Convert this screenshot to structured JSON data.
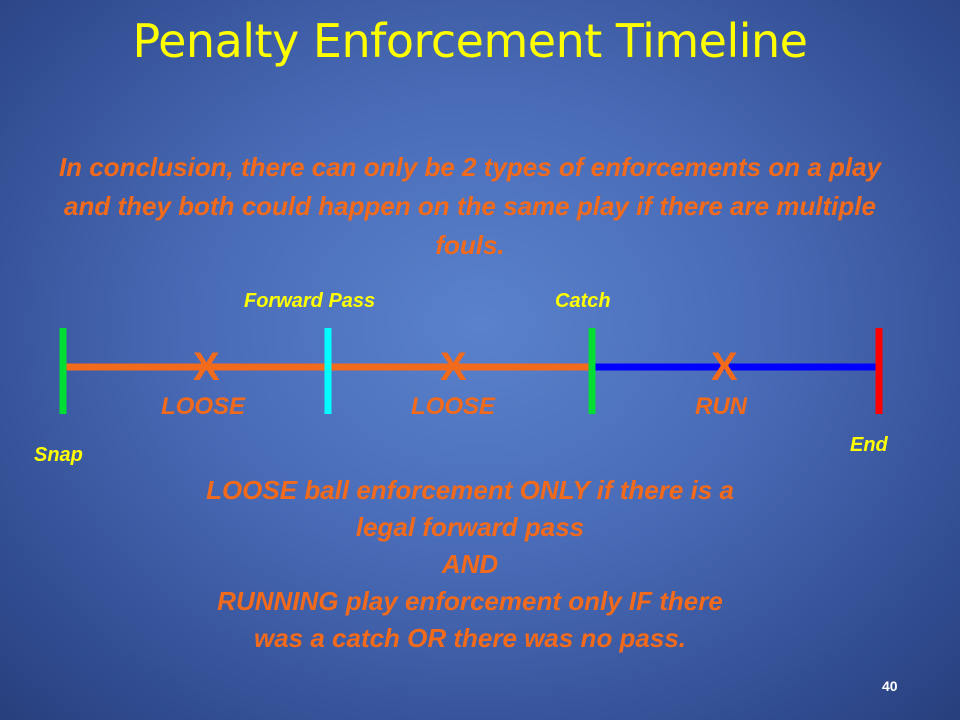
{
  "title": "Penalty Enforcement Timeline",
  "conclusion": "In conclusion, there can only be 2 types of enforcements on a play and they both could happen on the same play if there are multiple fouls.",
  "timeline": {
    "markers": {
      "snap": "Snap",
      "forward_pass": "Forward Pass",
      "catch": "Catch",
      "end": "End"
    },
    "segments": [
      {
        "mark": "X",
        "label": "LOOSE"
      },
      {
        "mark": "X",
        "label": "LOOSE"
      },
      {
        "mark": "X",
        "label": "RUN"
      }
    ],
    "colors": {
      "loose_line": "#f26a1b",
      "run_line": "#0000ff",
      "snap_tick": "#00dd33",
      "forward_pass_tick": "#00ffff",
      "catch_tick": "#00dd33",
      "end_tick": "#ff0000"
    }
  },
  "explanation": {
    "line1": "LOOSE ball enforcement ONLY if there is a",
    "line2": "legal forward pass",
    "line3": "AND",
    "line4": "RUNNING play enforcement only IF there",
    "line5": "was a catch OR there was no pass."
  },
  "slide_number": "40"
}
